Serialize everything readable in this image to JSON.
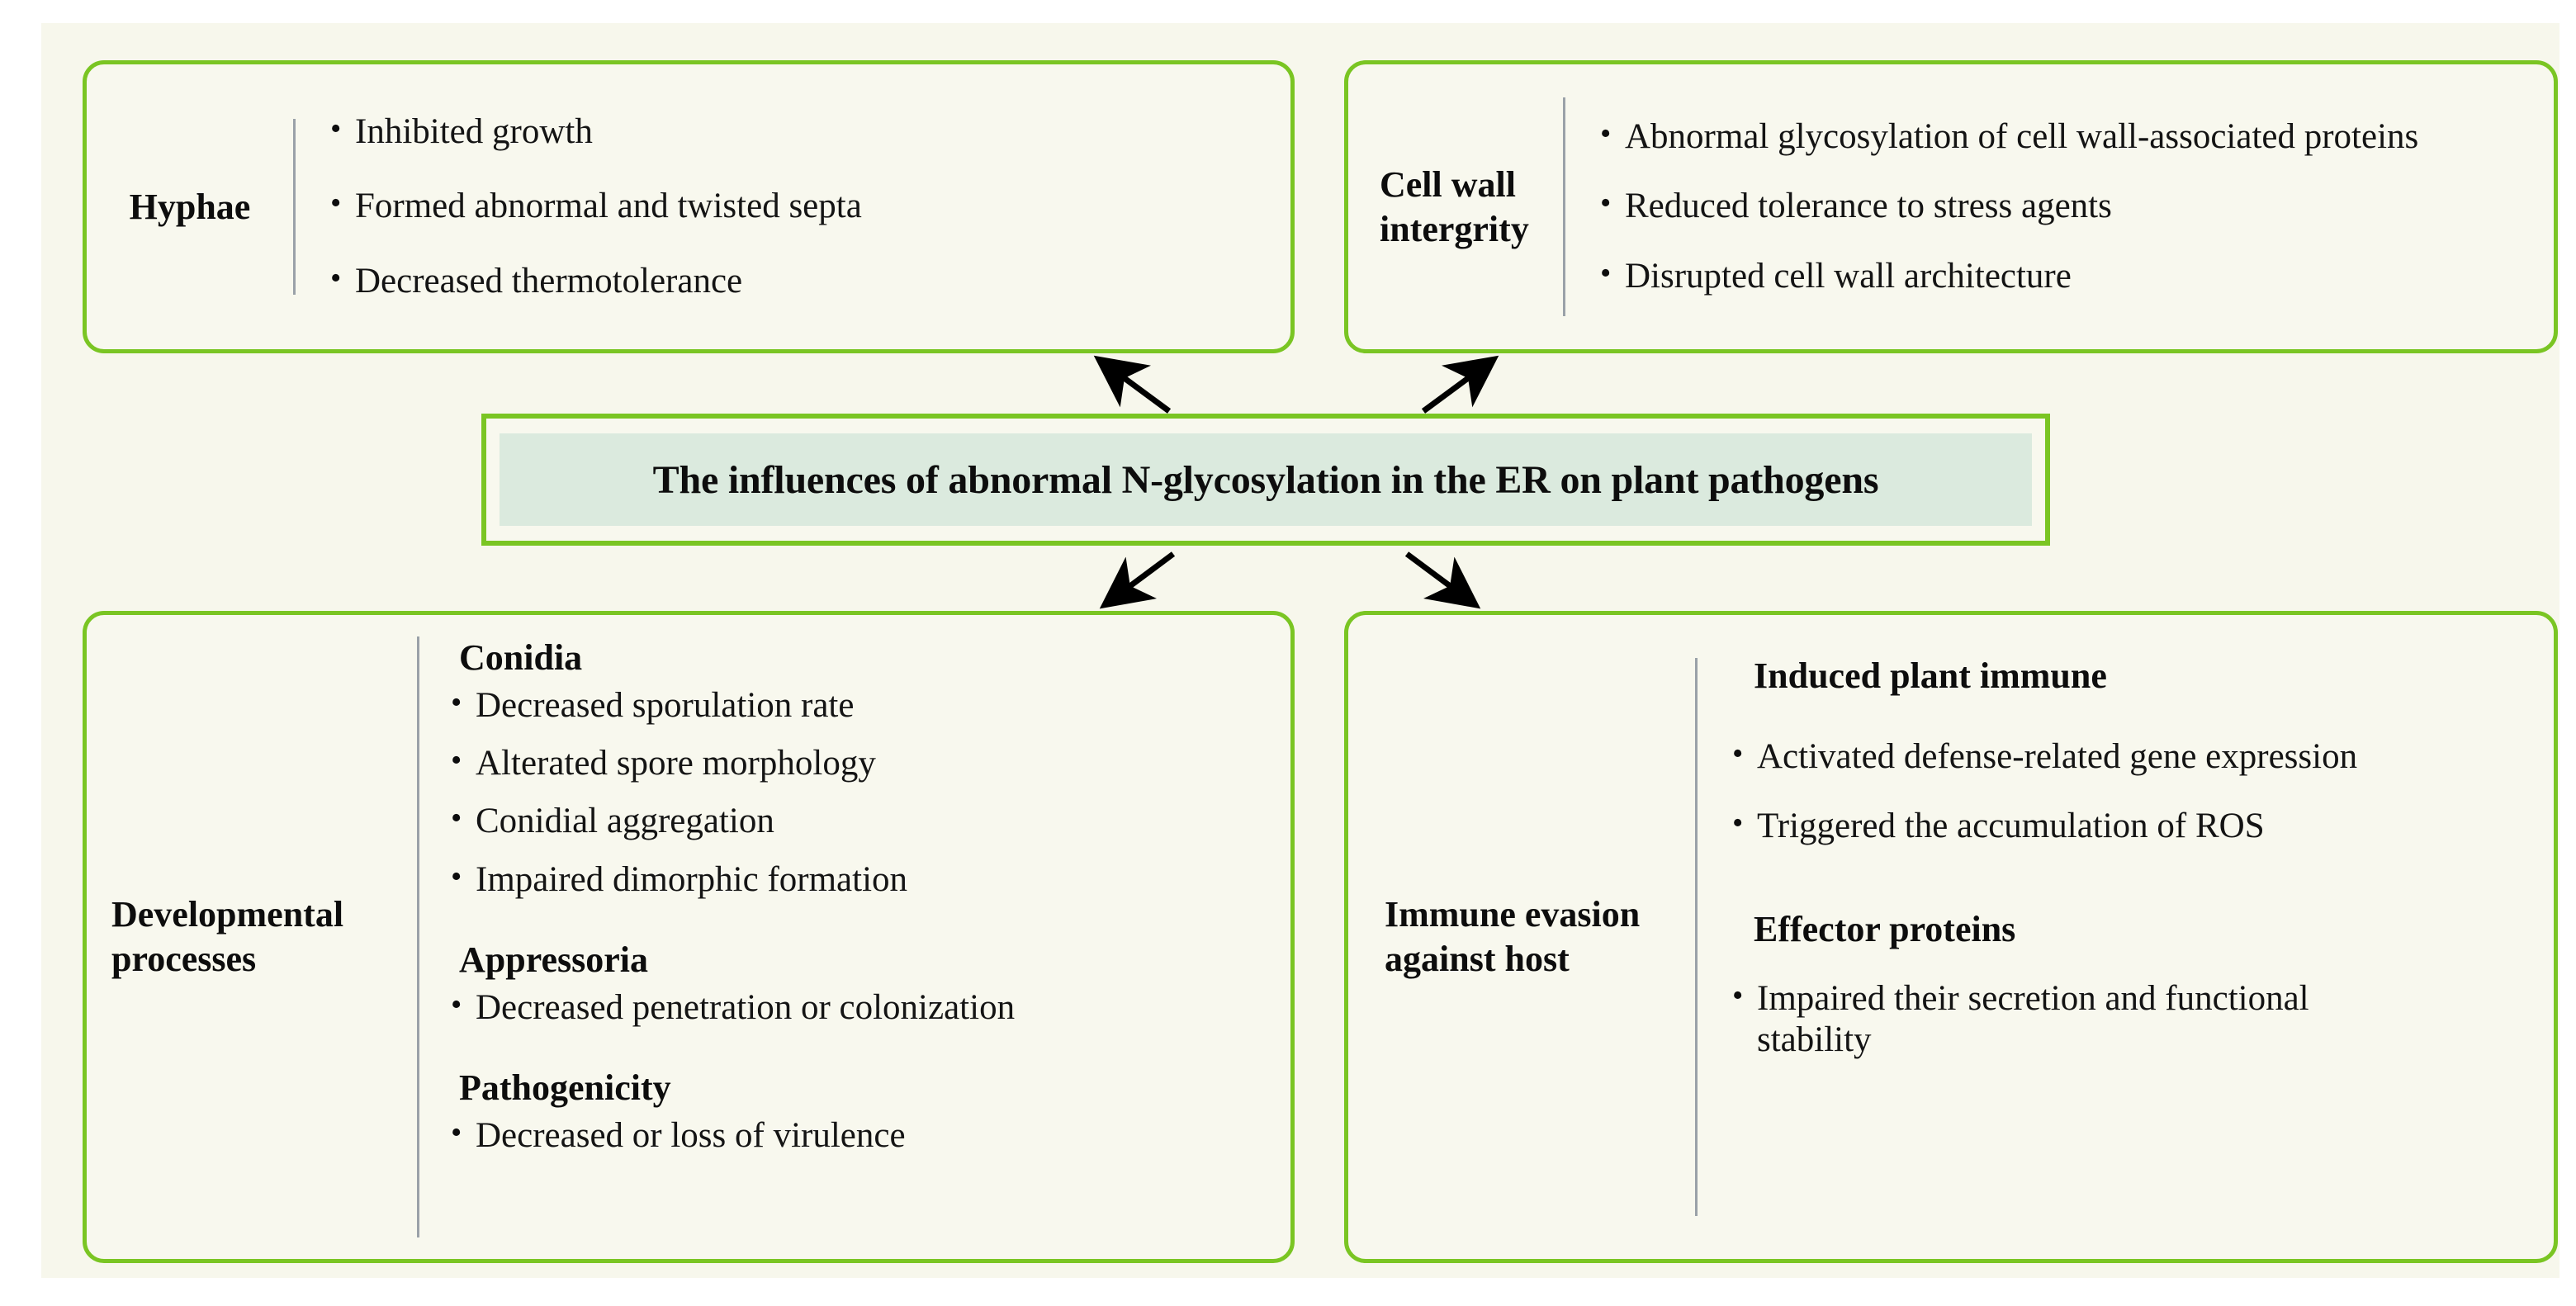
{
  "figure": {
    "background_color": "#f7f7ec",
    "card_border_color": "#7ac523",
    "card_fill_color": "#f8f8ee",
    "banner_fill_color": "#dbeade",
    "divider_color": "#9aa1a8"
  },
  "center": {
    "title": "The influences of abnormal N-glycosylation in the ER on plant pathogens"
  },
  "cards": {
    "hyphae": {
      "label": "Hyphae",
      "bullets": [
        "Inhibited growth",
        "Formed abnormal and twisted septa",
        "Decreased thermotolerance"
      ]
    },
    "cell_wall": {
      "label_line1": "Cell wall",
      "label_line2": "intergrity",
      "bullets": [
        "Abnormal glycosylation of cell wall-associated proteins",
        "Reduced tolerance to stress agents",
        "Disrupted cell wall architecture"
      ]
    },
    "developmental": {
      "label_line1": "Developmental",
      "label_line2": "processes",
      "groups": [
        {
          "heading": "Conidia",
          "bullets": [
            "Decreased sporulation rate",
            "Alterated spore morphology",
            "Conidial aggregation",
            "Impaired dimorphic formation"
          ]
        },
        {
          "heading": "Appressoria",
          "bullets": [
            "Decreased penetration or colonization"
          ]
        },
        {
          "heading": "Pathogenicity",
          "bullets": [
            "Decreased or loss of virulence"
          ]
        }
      ]
    },
    "immune": {
      "label_line1": "Immune evasion",
      "label_line2": "against host",
      "groups": [
        {
          "heading": "Induced plant immune",
          "bullets": [
            "Activated defense-related gene expression",
            "Triggered the accumulation of ROS"
          ]
        },
        {
          "heading": "Effector proteins",
          "bullets": [
            "Impaired their secretion and functional stability"
          ]
        }
      ]
    }
  },
  "arrows": [
    {
      "name": "arrow-to-hyphae",
      "direction": "up-left",
      "from": "center",
      "to": "hyphae"
    },
    {
      "name": "arrow-to-cellwall",
      "direction": "up-right",
      "from": "center",
      "to": "cell_wall"
    },
    {
      "name": "arrow-to-dev",
      "direction": "down-left",
      "from": "center",
      "to": "developmental"
    },
    {
      "name": "arrow-to-immune",
      "direction": "down-right",
      "from": "center",
      "to": "immune"
    }
  ]
}
